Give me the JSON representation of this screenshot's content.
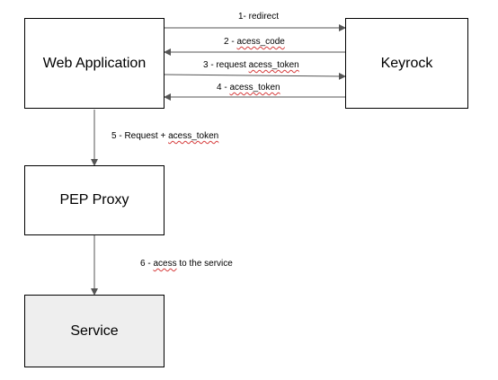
{
  "nodes": {
    "web_app": "Web Application",
    "keyrock": "Keyrock",
    "pep_proxy": "PEP Proxy",
    "service": "Service"
  },
  "edges": {
    "e1": "1- redirect",
    "e2_prefix": "2 - ",
    "e2_term": "acess_code",
    "e3_prefix": "3 - request ",
    "e3_term": "acess_token",
    "e4_prefix": "4 - ",
    "e4_term": "acess_token",
    "e5_prefix": "5 - Request + ",
    "e5_term": "acess_token",
    "e6_prefix": "6 - ",
    "e6_term": "acess",
    "e6_suffix": " to the service"
  },
  "colors": {
    "line": "#555555",
    "service_fill": "#eeeeee",
    "spell_underline": "#d63b3b"
  }
}
